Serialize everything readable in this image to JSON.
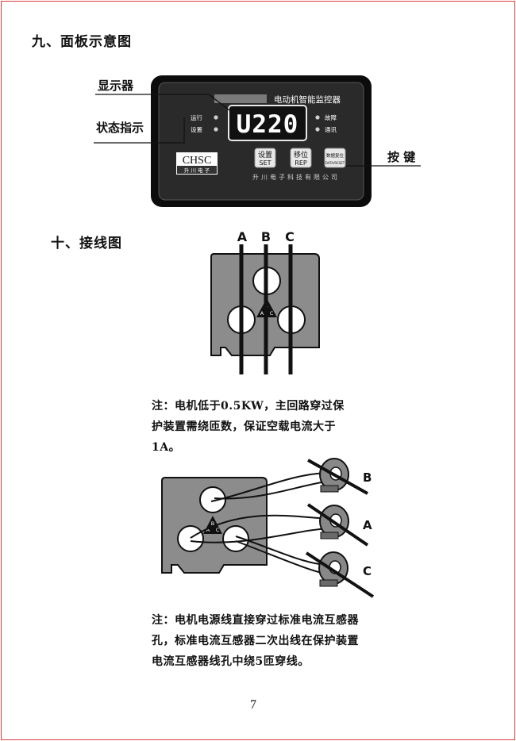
{
  "section9": {
    "title": "九、面板示意图"
  },
  "panel": {
    "label_display": "显示器",
    "label_status": "状态指示",
    "label_keys": "按 键",
    "device_title": "电动机智能监控器",
    "display_value": "U220",
    "led_run": "运行",
    "led_set": "设置",
    "led_fault": "故障",
    "led_comm": "通讯",
    "logo": "CHSC",
    "logo_sub": "升 川 电 子",
    "btn_set_cn": "设置",
    "btn_set_en": "SET",
    "btn_shift_cn": "移位",
    "btn_shift_en": "REP",
    "btn_confirm_cn": "数据复位",
    "btn_confirm_en": "DATA/RESET",
    "company": "升川电子科技有限公司"
  },
  "section10": {
    "title": "十、接线图"
  },
  "diagram1": {
    "phase_a": "A",
    "phase_b": "B",
    "phase_c": "C",
    "tri_b": "B",
    "tri_a": "A",
    "tri_c": "C"
  },
  "note1": {
    "line1": "注：电机低于0.5KW，主回路穿过保",
    "line2": "护装置需绕匝数，保证空载电流大于",
    "line3": "1A。"
  },
  "diagram2": {
    "ct_b": "B",
    "ct_a": "A",
    "ct_c": "C",
    "tri_b": "B",
    "tri_a": "A",
    "tri_c": "C"
  },
  "note2": {
    "line1": "注：电机电源线直接穿过标准电流互感器",
    "line2": "孔，标准电流互感器二次出线在保护装置",
    "line3": "电流互感器线孔中绕5匝穿线。"
  },
  "page": {
    "number": "7"
  }
}
